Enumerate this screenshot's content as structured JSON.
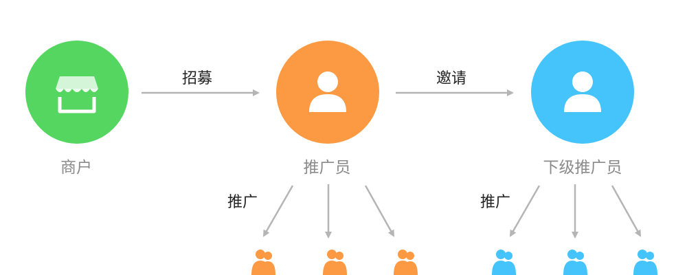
{
  "colors": {
    "merchant": "#55d660",
    "promoter": "#fb9a43",
    "sub_promoter": "#45c3fb",
    "arrow": "#b5b5b5"
  },
  "nodes": {
    "merchant": {
      "label": "商户",
      "icon": "storefront-icon"
    },
    "promoter": {
      "label": "推广员",
      "icon": "user-icon"
    },
    "sub_promoter": {
      "label": "下级推广员",
      "icon": "user-icon"
    }
  },
  "edges": {
    "recruit": "招募",
    "invite": "邀请",
    "promote_left": "推广",
    "promote_right": "推广"
  },
  "groups": {
    "left_icon": "user-group-icon",
    "right_icon": "user-group-icon"
  }
}
